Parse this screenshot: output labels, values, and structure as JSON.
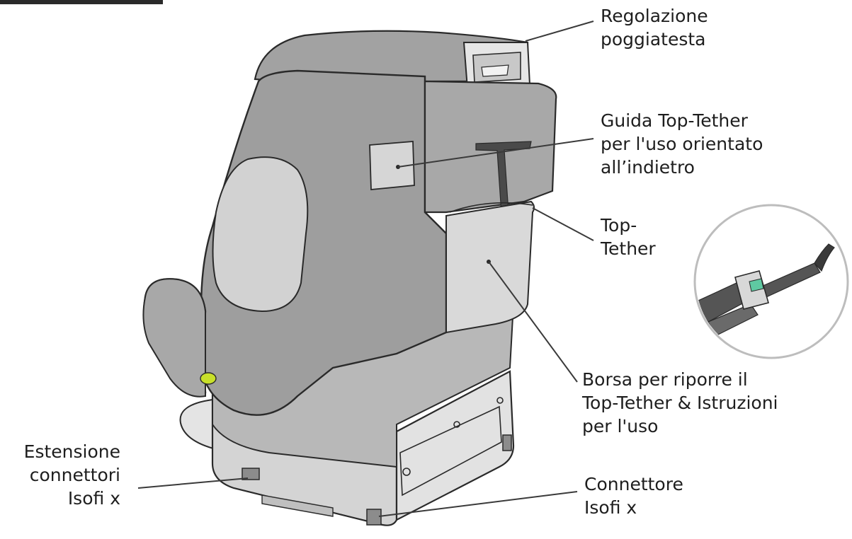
{
  "labels": {
    "headrest_adjustment": "Regolazione\npoggiatesta",
    "top_tether_guide": "Guida Top-Tether\nper l'uso orientato\nall’indietro",
    "top_tether": "Top-\nTether",
    "storage_bag": "Borsa per riporre il\nTop-Tether & Istruzioni\nper l'uso",
    "isofix_extension": "Estensione\nconnettori\nIsofi x",
    "isofix_connector": "Connettore\nIsofi x"
  },
  "colors": {
    "shell_dark": "#9b9b9b",
    "shell_mid": "#acacac",
    "panel_light": "#cfcfcf",
    "base_light": "#dcdcdc",
    "outline": "#2a2a2a",
    "accent_green": "#c8e02a",
    "leader_line": "#3a3a3a"
  }
}
